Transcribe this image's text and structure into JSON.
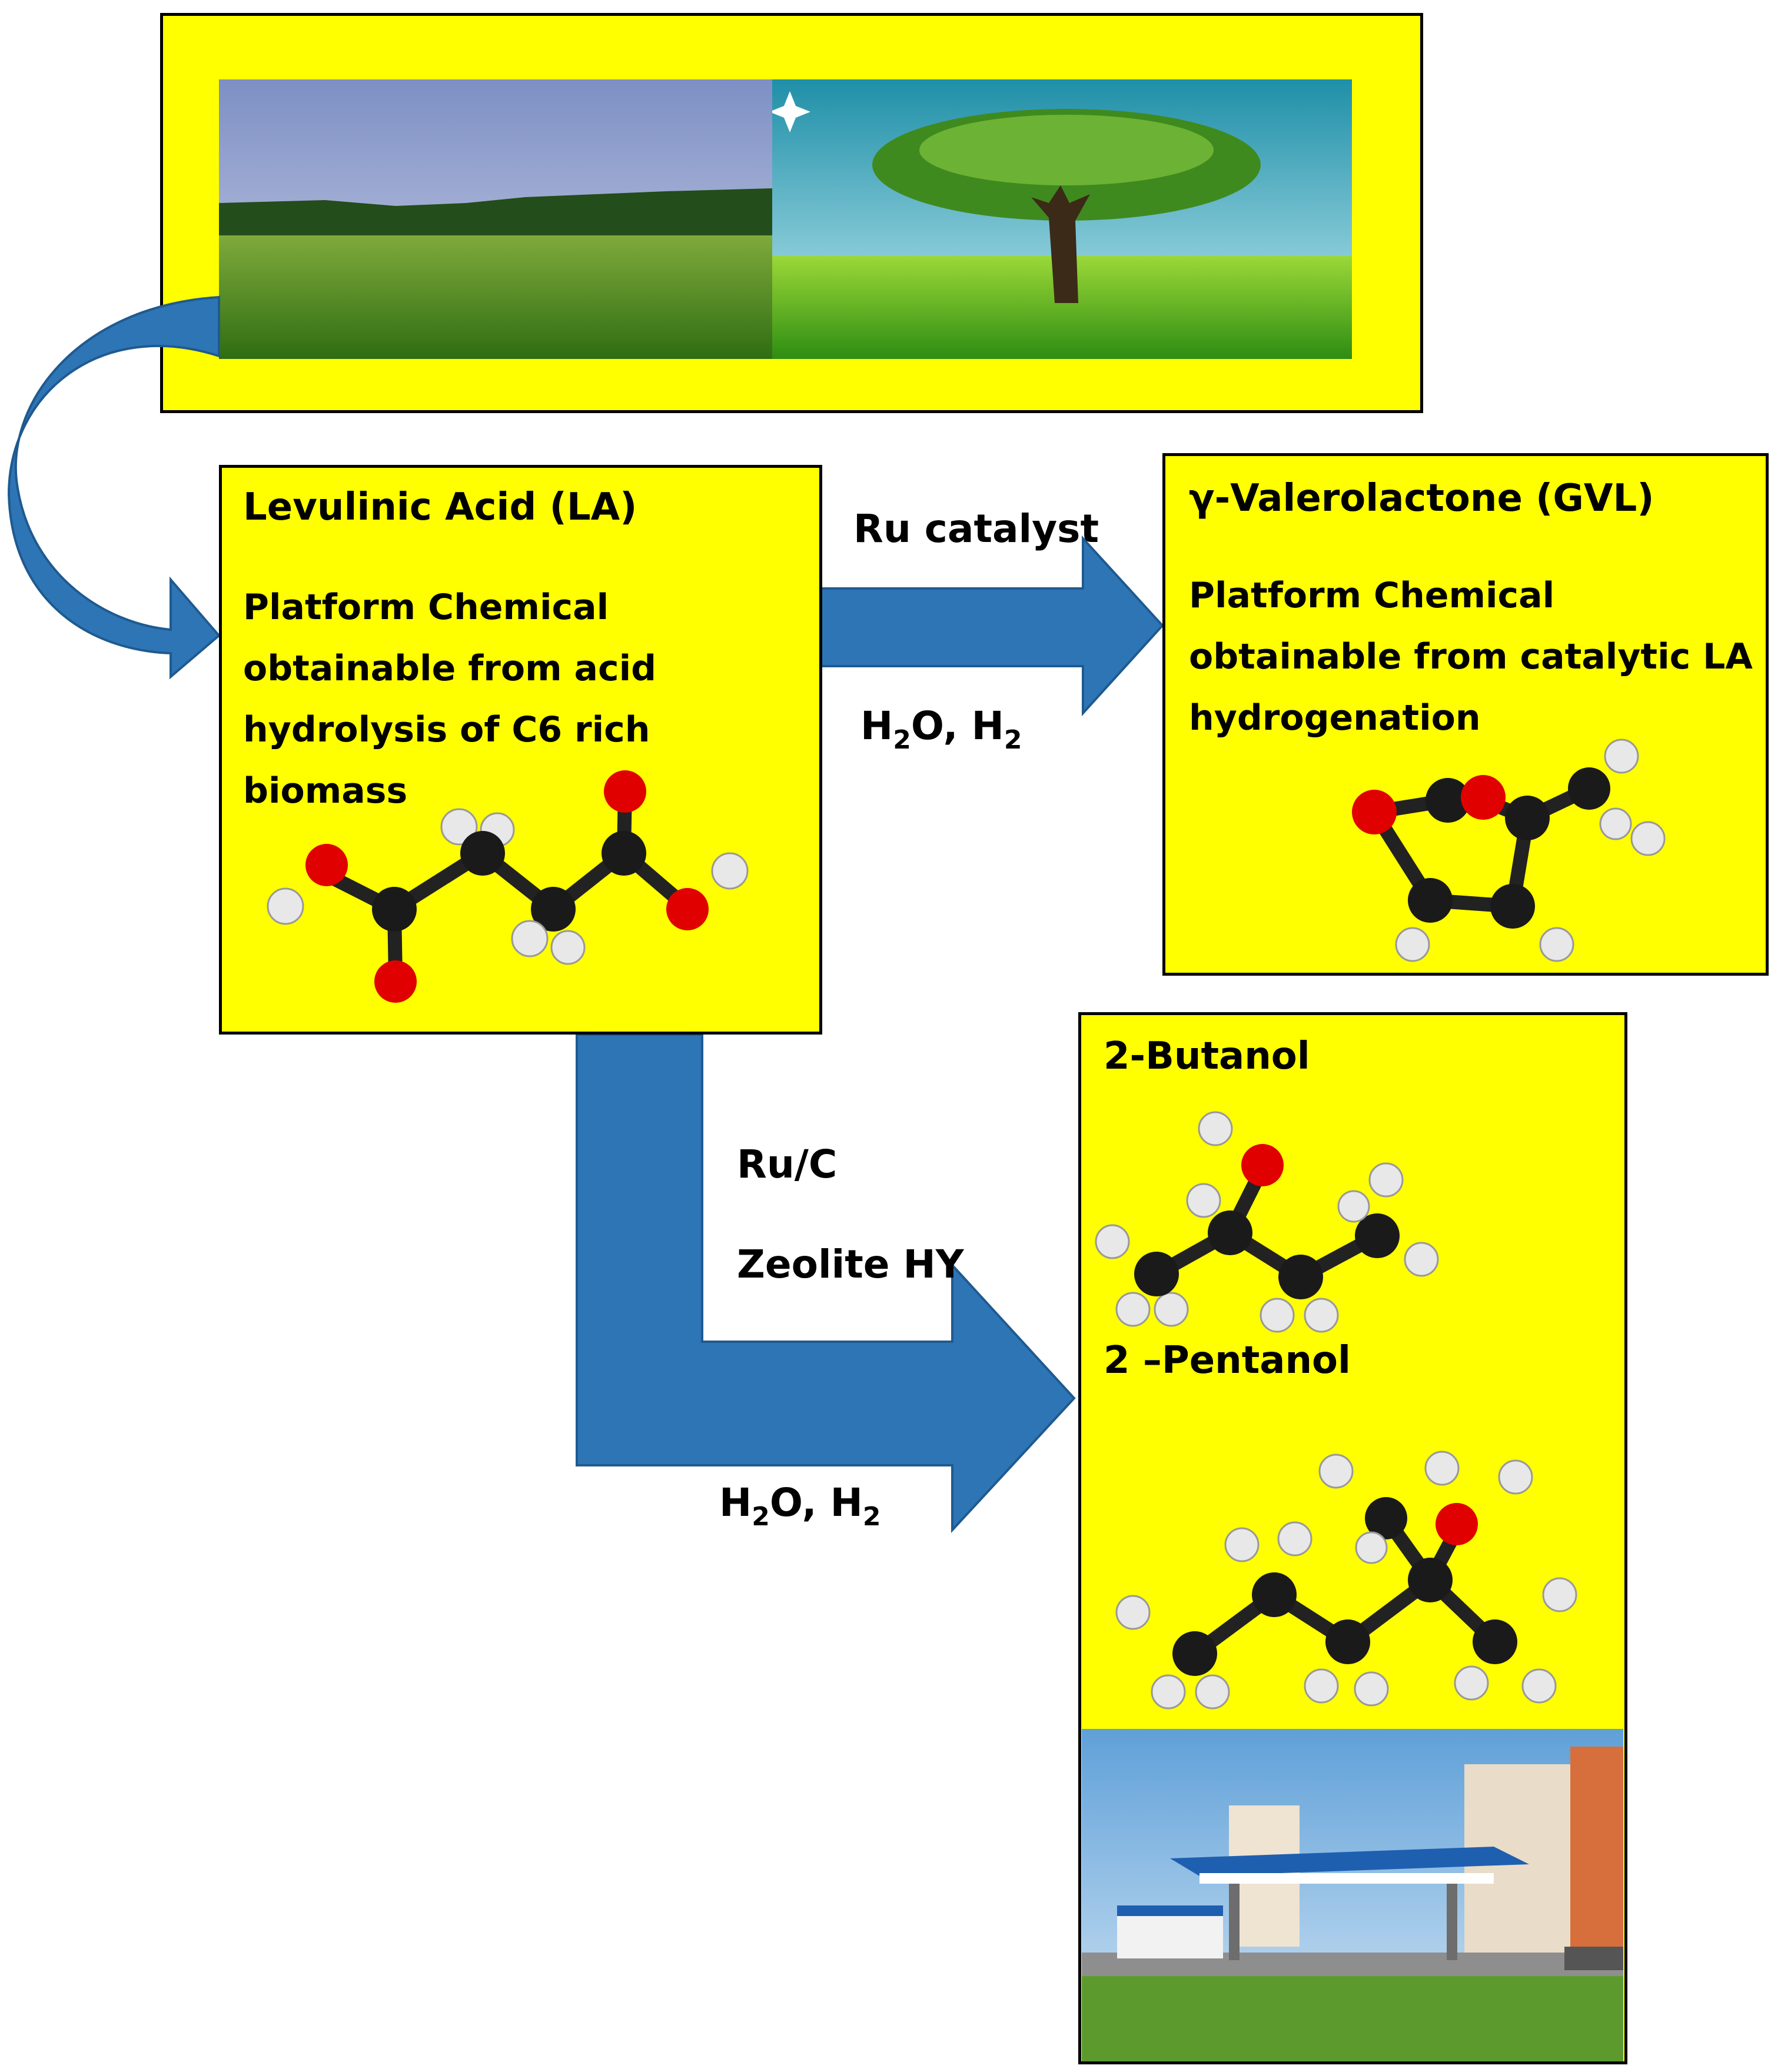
{
  "la": {
    "title": "Levulinic Acid (LA)",
    "desc": "Platform Chemical obtainable from acid hydrolysis of C6 rich biomass"
  },
  "gvl": {
    "title": "γ-Valerolactone (GVL)",
    "desc": "Platform Chemical obtainable from catalytic LA hydrogenation"
  },
  "top_arrow": {
    "catalyst": "Ru catalyst",
    "reagents": {
      "h2o": "H",
      "sub1": "2",
      "o_sep": "O, H",
      "sub2": "2"
    }
  },
  "bottom_arrow": {
    "catalyst1": "Ru/C",
    "catalyst2": "Zeolite HY",
    "reagents": {
      "h2o": "H",
      "sub1": "2",
      "o_sep": "O, H",
      "sub2": "2"
    }
  },
  "products": {
    "butanol": "2-Butanol",
    "pentanol": "2 –Pentanol"
  },
  "colors": {
    "box_fill": "#ffff00",
    "arrow_blue": "#2e75b6",
    "oxygen": "#e00000",
    "carbon": "#1a1a1a",
    "hydrogen": "#e8e8e8"
  }
}
